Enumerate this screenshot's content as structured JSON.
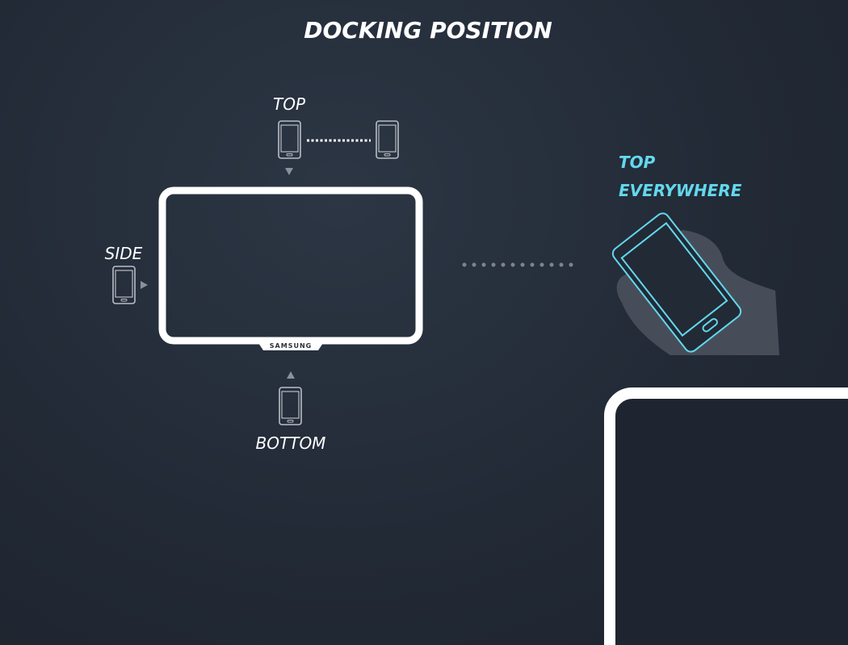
{
  "title": "DOCKING POSITION",
  "labels": {
    "top": "TOP",
    "side": "SIDE",
    "bottom": "BOTTOM"
  },
  "tv_brand": "SAMSUNG",
  "feature": {
    "line1": "TOP",
    "line2": "EVERYWHERE"
  },
  "colors": {
    "accent": "#63d8ec",
    "background": "#222a36",
    "frame": "#ffffff"
  }
}
